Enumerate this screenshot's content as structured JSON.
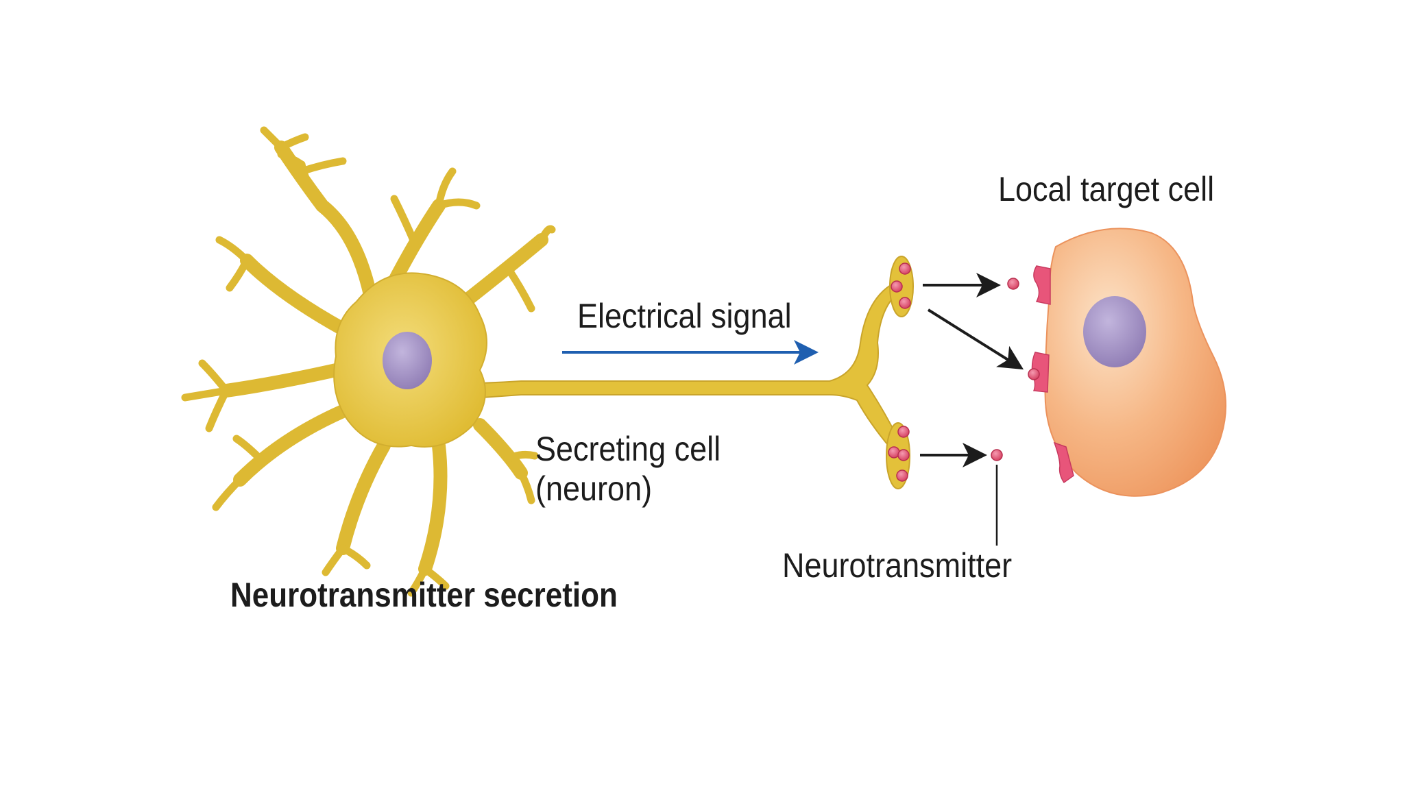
{
  "labels": {
    "title": "Neurotransmitter secretion",
    "secreting_cell_line1": "Secreting cell",
    "secreting_cell_line2": "(neuron)",
    "electrical_signal": "Electrical signal",
    "neurotransmitter": "Neurotransmitter",
    "local_target_cell": "Local target cell"
  },
  "colors": {
    "neuron_fill": "#E3C13A",
    "neuron_outline": "#C9A42A",
    "nucleus": "#A695C4",
    "signal_arrow": "#1F5FB0",
    "vesicle": "#E2506E",
    "receptor": "#E8557A",
    "target_cell": "#F3A877",
    "target_outline": "#E88E5A",
    "arrow": "#1c1c1c"
  },
  "icons": {
    "neuron": "neuron-illustration",
    "target_cell": "target-cell-illustration",
    "vesicle": "vesicle-dot",
    "receptor": "receptor-cup"
  }
}
